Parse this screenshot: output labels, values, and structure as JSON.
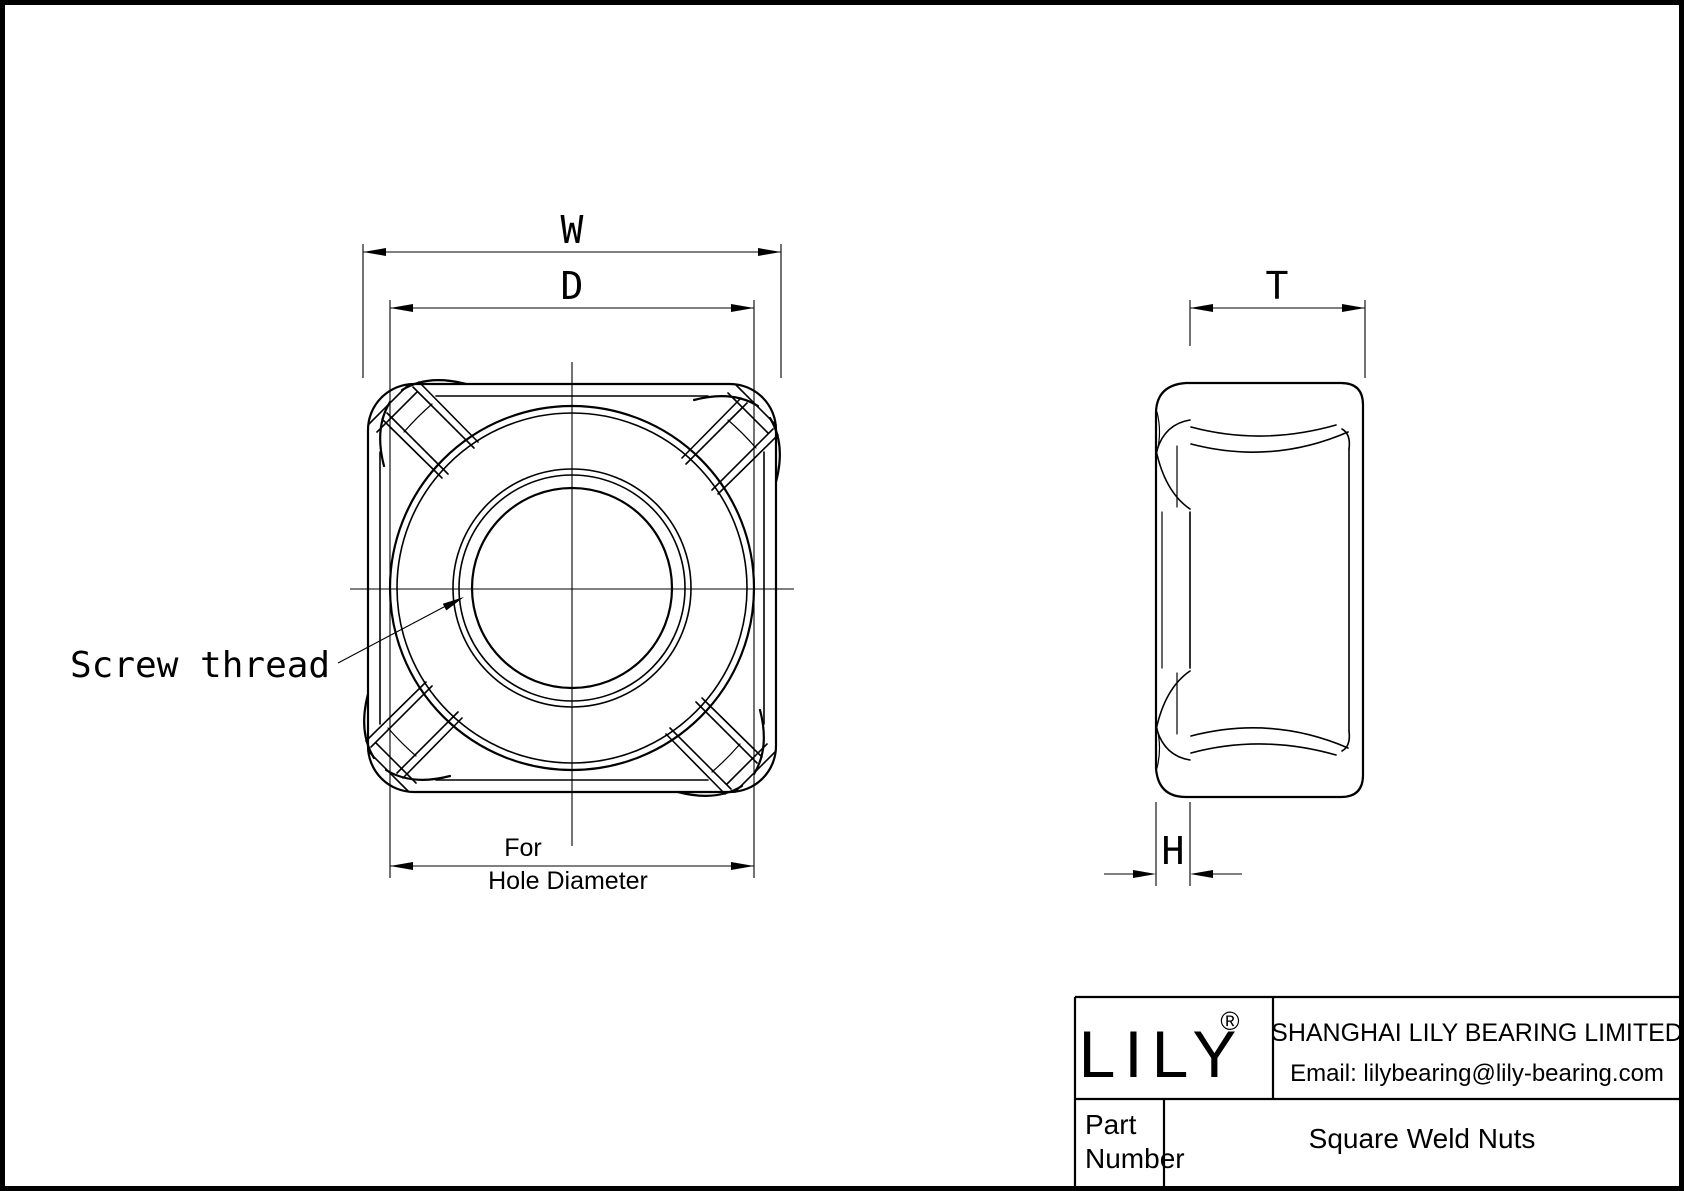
{
  "page": {
    "background_color": "#ffffff",
    "line_color": "#000000"
  },
  "front_view": {
    "labels": {
      "width_dim": "W",
      "boss_dim": "D",
      "screw_thread": "Screw thread",
      "hole_dim_line1": "For",
      "hole_dim_line2": "Hole Diameter"
    }
  },
  "side_view": {
    "labels": {
      "thickness_dim": "T",
      "projection_dim": "H"
    }
  },
  "title_block": {
    "logo": "LILY",
    "registered_mark": "®",
    "company": "SHANGHAI LILY BEARING LIMITED",
    "email": "Email: lilybearing@lily-bearing.com",
    "part_label_line1": "Part",
    "part_label_line2": "Number",
    "part_title": "Square Weld Nuts"
  }
}
